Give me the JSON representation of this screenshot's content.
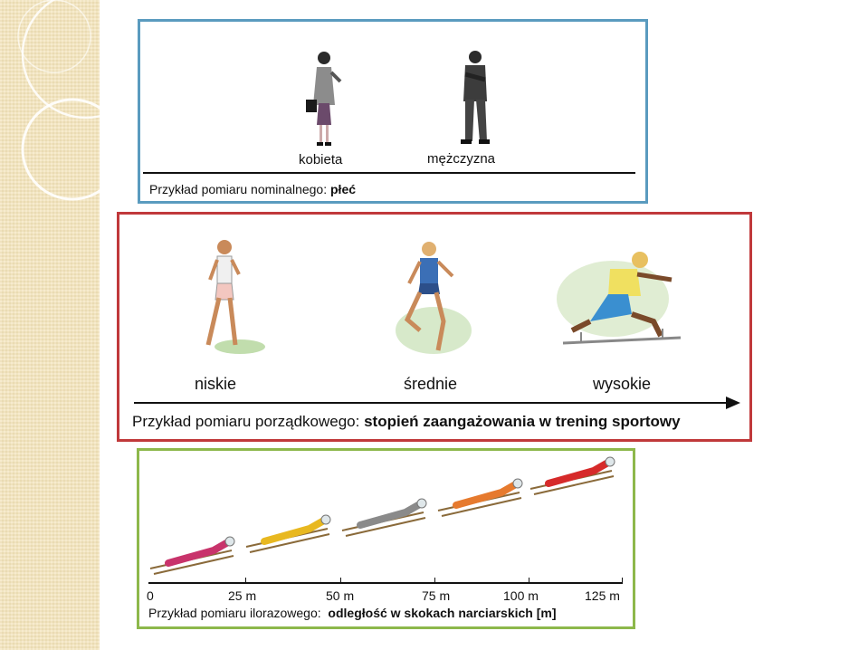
{
  "nominal": {
    "categories": [
      "kobieta",
      "mężczyzna"
    ],
    "caption_prefix": "Przykład pomiaru nominalnego:",
    "caption_value": "płeć",
    "border_color": "#5a9bbf"
  },
  "ordinal": {
    "categories": [
      "niskie",
      "średnie",
      "wysokie"
    ],
    "caption_prefix": "Przykład pomiaru porządkowego:",
    "caption_value": "stopień zaangażowania w trening sportowy",
    "border_color": "#c0393b"
  },
  "ratio": {
    "ticks": [
      "0",
      "25 m",
      "50 m",
      "75 m",
      "100 m",
      "125 m"
    ],
    "caption_prefix": "Przykład pomiaru ilorazowego:",
    "caption_value": "odległość w skokach narciarskich [m]",
    "border_color": "#8db84b",
    "jumper_colors": [
      "#c8336b",
      "#e8b820",
      "#8a8a8a",
      "#e67a2e",
      "#d62a2a"
    ]
  },
  "side_color": "#f3e3b9"
}
